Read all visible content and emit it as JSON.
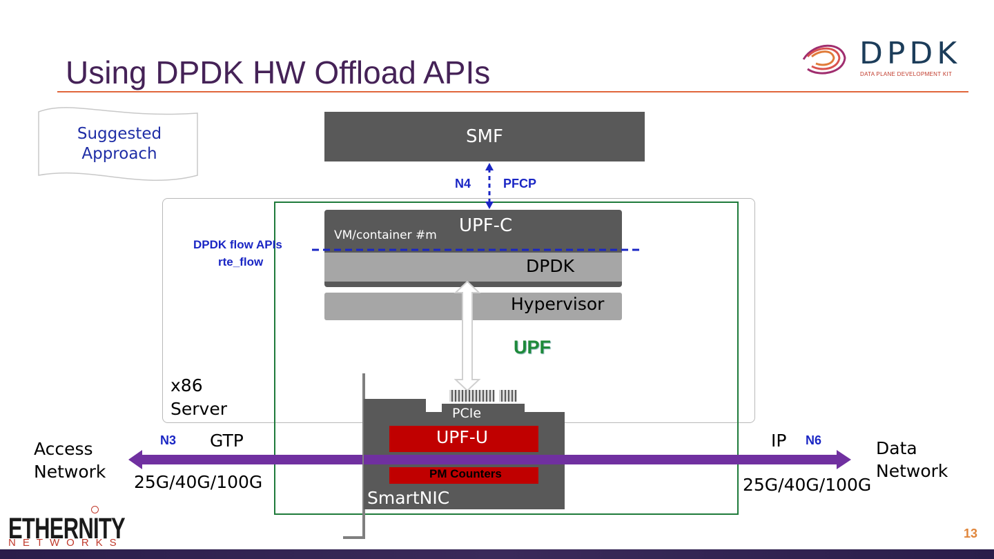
{
  "slide": {
    "title": "Using DPDK HW Offload APIs",
    "page_number": "13"
  },
  "logo_dpdk": {
    "word": "DPDK",
    "tagline": "DATA PLANE DEVELOPMENT KIT"
  },
  "logo_ethernity": {
    "word": "ETHERNITY",
    "sub": "NETWORKS"
  },
  "callout": {
    "line1": "Suggested",
    "line2": "Approach"
  },
  "diagram": {
    "smf": "SMF",
    "n4": "N4",
    "pfcp": "PFCP",
    "upf_c": "UPF-C",
    "vm_container": "VM/container  #m",
    "dpdk": "DPDK",
    "hypervisor": "Hypervisor",
    "flow_api_line1": "DPDK flow APIs",
    "flow_api_line2": "rte_flow",
    "upf": "UPF",
    "server_line1": "x86",
    "server_line2": "Server",
    "pcie": "PCIe",
    "upf_u": "UPF-U",
    "pm_counters": "PM Counters",
    "smartnic": "SmartNIC",
    "access_line1": "Access",
    "access_line2": "Network",
    "n3": "N3",
    "gtp": "GTP",
    "left_speed": "25G/40G/100G",
    "ip": "IP",
    "n6": "N6",
    "right_speed": "25G/40G/100G",
    "data_line1": "Data",
    "data_line2": "Network"
  },
  "colors": {
    "title": "#452257",
    "rule": "#e0653a",
    "dark_box": "#595959",
    "light_box": "#a6a6a6",
    "upf_green": "#1e7a3a",
    "nic_red": "#c00000",
    "blue_text": "#1a26c4",
    "arrow_purple": "#7030a0"
  }
}
